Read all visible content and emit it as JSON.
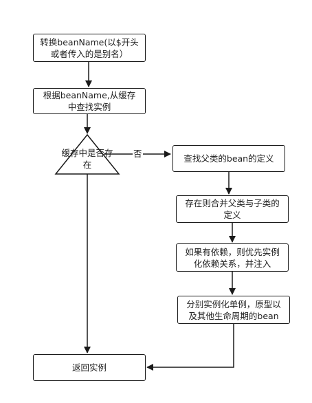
{
  "nodes": {
    "convert_name": "转换beanName(以$开头或者传入的是别名）",
    "get_from_cache": "根据beanName,从缓存中查找实例",
    "cache_exists": "缓存中是否存在",
    "find_parent_def": "查找父类的bean的定义",
    "merge_definitions": "存在则合并父类与子类的定义",
    "inject_dependencies": "如果有依赖，则优先实例化依赖关系，并注入",
    "instantiate_by_scope": "分别实例化单例，原型以及其他生命周期的bean",
    "return_instance": "返回实例"
  },
  "edges": {
    "no_label": "否"
  },
  "colors": {
    "stroke": "#1a1a1a",
    "text": "#222222",
    "background": "#ffffff"
  }
}
